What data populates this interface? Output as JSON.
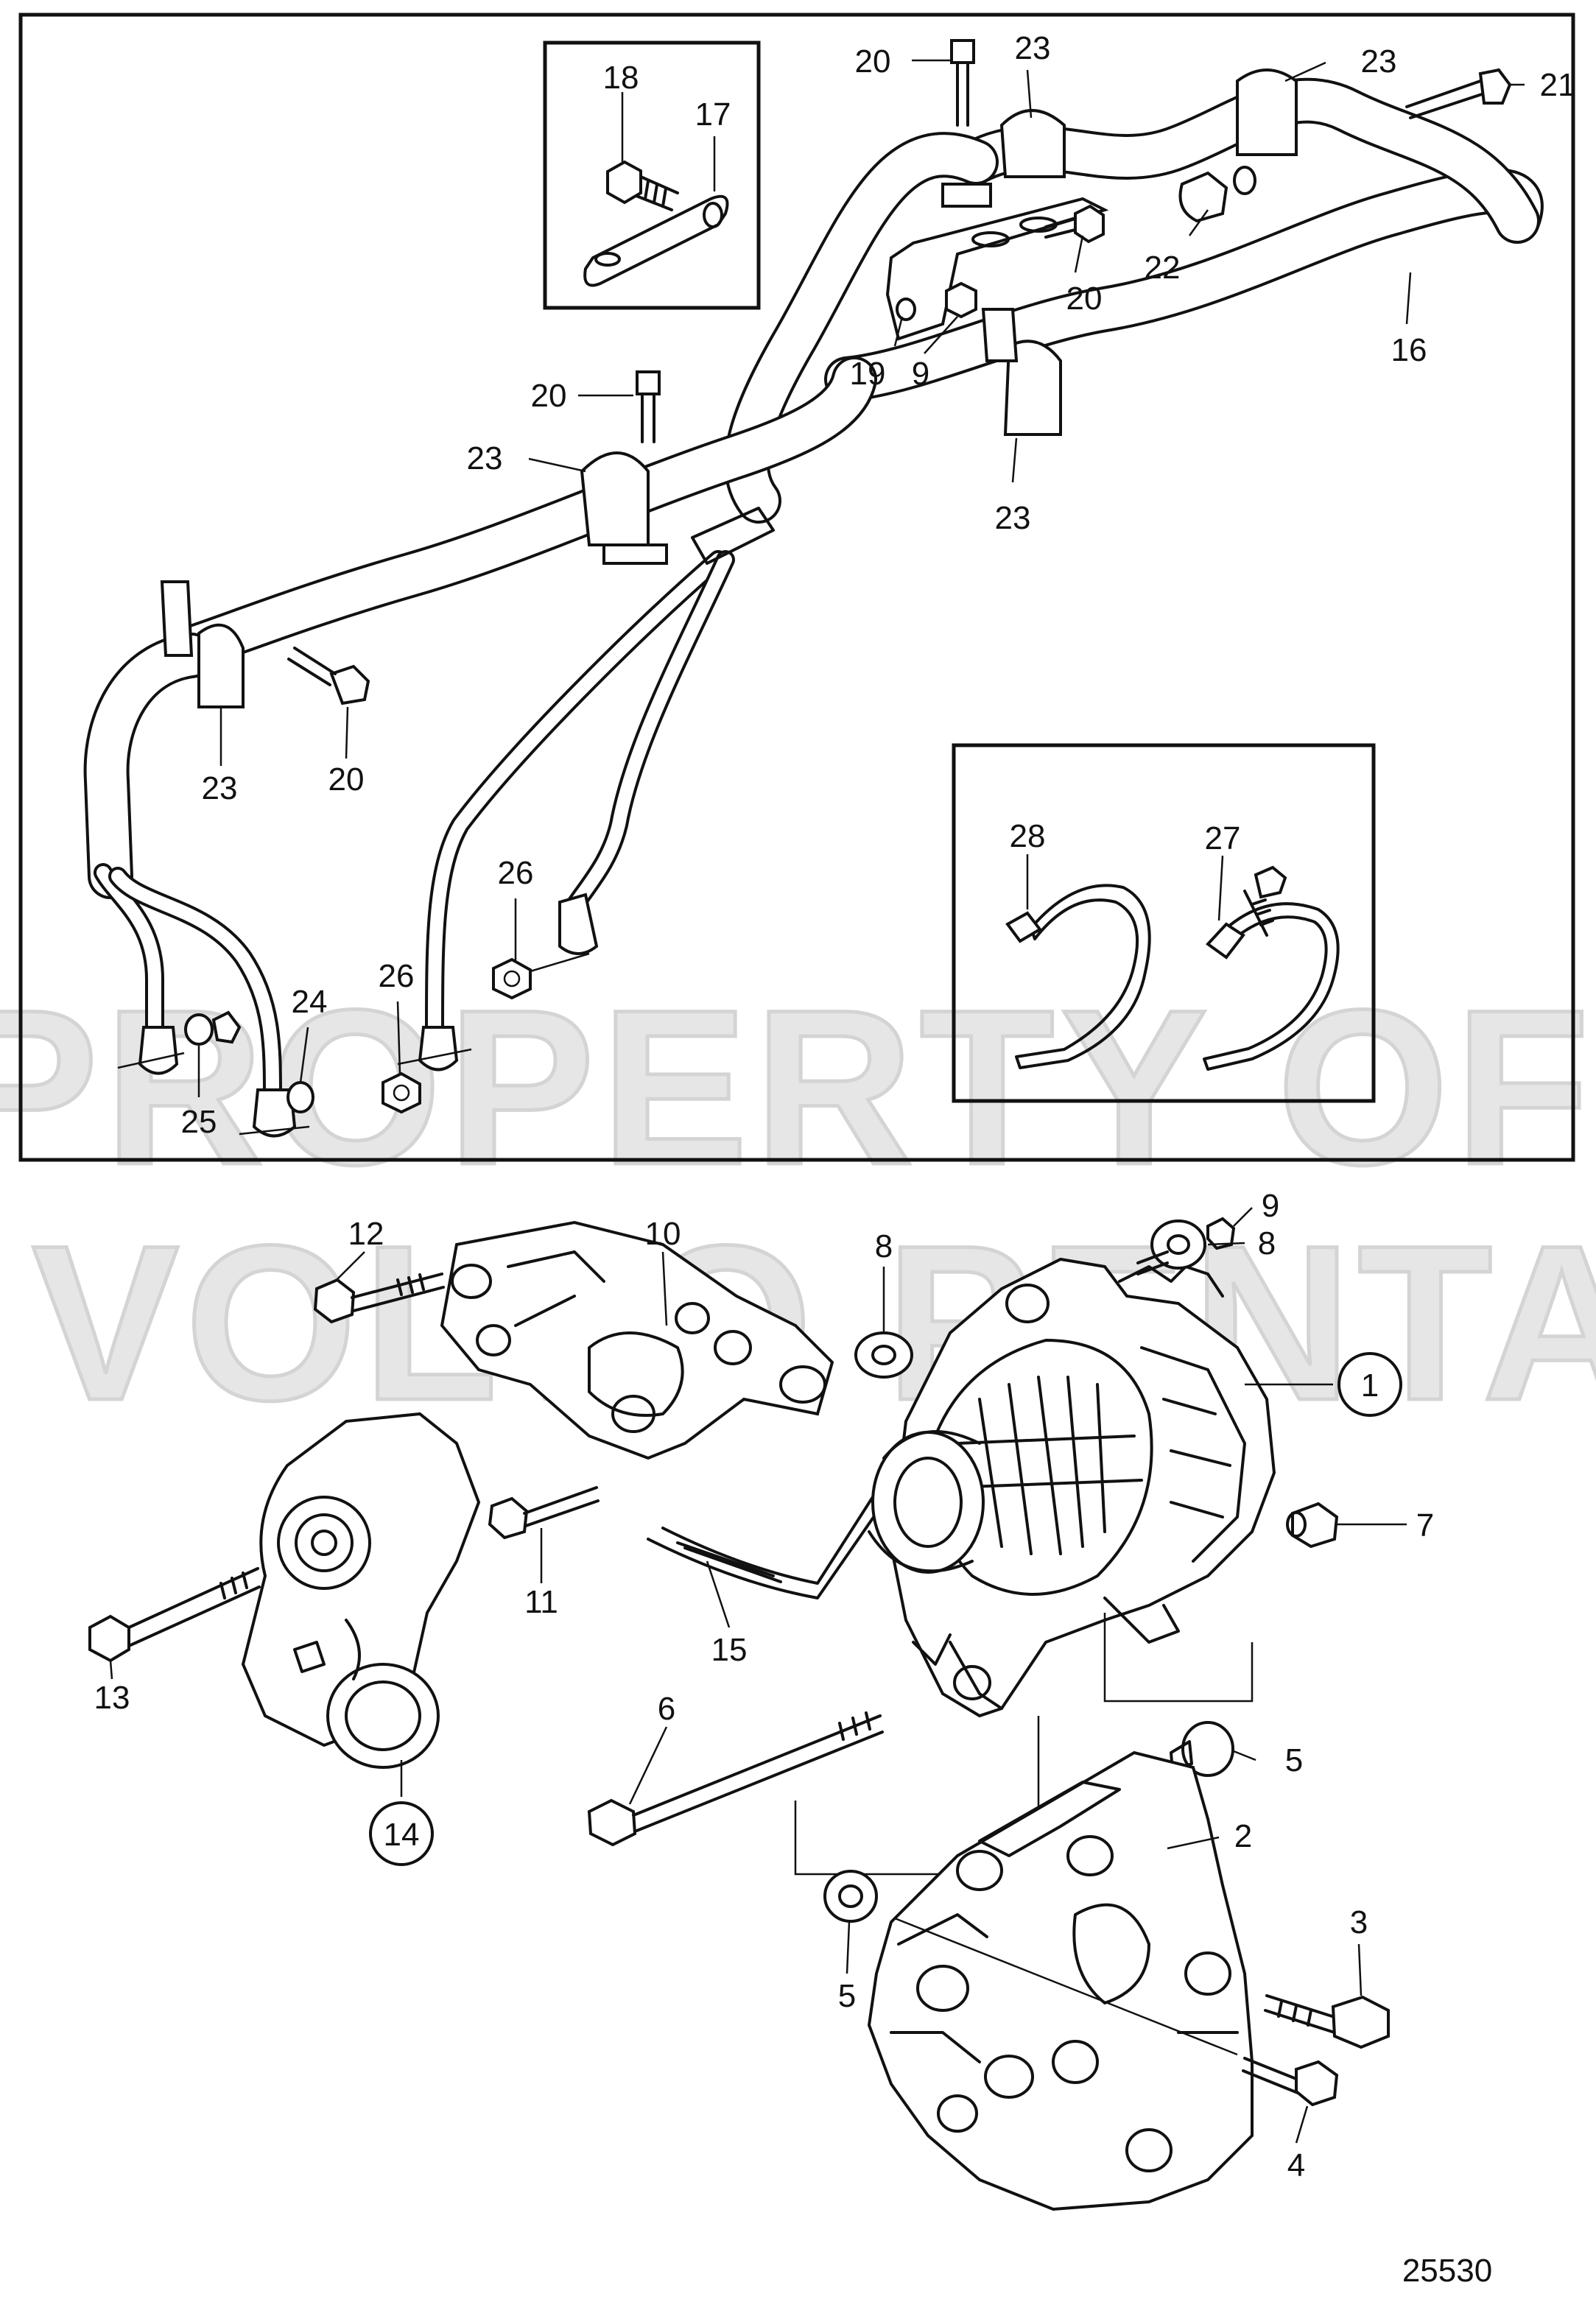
{
  "watermark": {
    "line1": "PROPERTY OF",
    "line2": "VOLVO PENTA"
  },
  "drawing_number": "25530",
  "callouts": {
    "c1": "1",
    "c2": "2",
    "c3": "3",
    "c4": "4",
    "c5a": "5",
    "c5b": "5",
    "c6": "6",
    "c7": "7",
    "c8a": "8",
    "c8b": "8",
    "c9a": "9",
    "c9b": "9",
    "c10": "10",
    "c11": "11",
    "c12": "12",
    "c13": "13",
    "c14": "14",
    "c15": "15",
    "c16": "16",
    "c17": "17",
    "c18": "18",
    "c19": "19",
    "c20a": "20",
    "c20b": "20",
    "c20c": "20",
    "c20d": "20",
    "c21": "21",
    "c22": "22",
    "c23a": "23",
    "c23b": "23",
    "c23c": "23",
    "c23d": "23",
    "c23e": "23",
    "c24": "24",
    "c25": "25",
    "c26a": "26",
    "c26b": "26",
    "c27": "27",
    "c28": "28"
  }
}
